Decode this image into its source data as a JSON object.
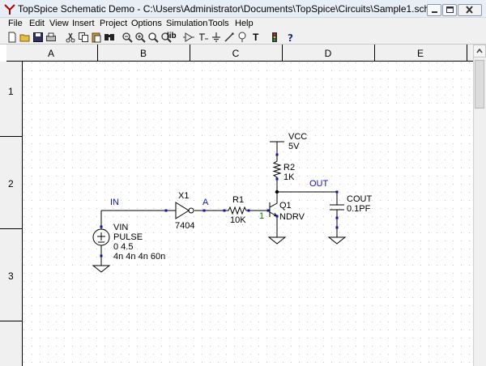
{
  "window": {
    "title": "TopSpice Schematic Demo - C:\\Users\\Administrator\\Documents\\TopSpice\\Circuits\\Sample1.sch"
  },
  "menu": {
    "items": [
      "File",
      "Edit",
      "View",
      "Insert",
      "Project",
      "Options",
      "Simulation",
      "Tools",
      "Help"
    ]
  },
  "toolbar": {
    "icons": [
      "new-icon",
      "open-icon",
      "save-icon",
      "print-icon",
      "cut-icon",
      "copy-icon",
      "paste-icon",
      "find-icon",
      "zoom-out-icon",
      "zoom-in-icon",
      "zoom-area-icon",
      "zoom-fit-icon",
      "library-icon",
      "part-icon",
      "label-icon",
      "ground-icon",
      "wire-icon",
      "probe-icon",
      "text-icon",
      "simulate-icon",
      "help-icon"
    ],
    "lib_label": "lib",
    "text_label": "T"
  },
  "ruler": {
    "columns": [
      "A",
      "B",
      "C",
      "D",
      "E"
    ],
    "rows": [
      "1",
      "2",
      "3"
    ]
  },
  "schematic": {
    "vcc": {
      "name": "VCC",
      "value": "5V"
    },
    "r2": {
      "name": "R2",
      "value": "1K"
    },
    "out_net": "OUT",
    "cout": {
      "name": "COUT",
      "value": "0.1PF"
    },
    "in_net": "IN",
    "x1": {
      "name": "X1",
      "model": "7404"
    },
    "a_net": "A",
    "r1": {
      "name": "R1",
      "value": "10K"
    },
    "q1": {
      "name": "Q1",
      "model": "NDRV",
      "pin": "1"
    },
    "vin": {
      "name": "VIN",
      "type": "PULSE",
      "params1": "0 4.5",
      "params2": "4n 4n 4n 60n"
    }
  },
  "colors": {
    "net_label": "#1010b0",
    "wire": "#000000",
    "pin_marker": "#1010b0",
    "pin_number": "#008000",
    "grid_dot": "#c8c8c8"
  }
}
